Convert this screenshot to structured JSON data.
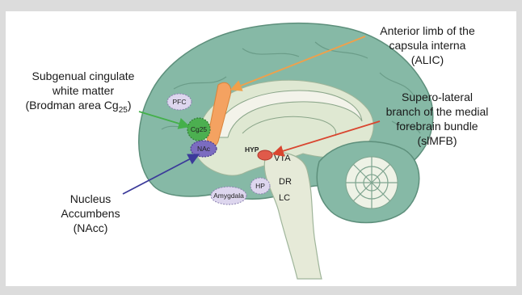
{
  "labels": {
    "cg25_line1": "Subgenual cingulate",
    "cg25_line2": "white matter",
    "cg25_line3_main": "(Brodman area Cg",
    "cg25_line3_sub": "25",
    "cg25_line3_end": ")",
    "alic_line1": "Anterior limb of the",
    "alic_line2": "capsula interna",
    "alic_line3": "(ALIC)",
    "slmfb_line1": "Supero-lateral",
    "slmfb_line2": "branch of the medial",
    "slmfb_line3": "forebrain bundle",
    "slmfb_line4": "(slMFB)",
    "nacc_line1": "Nucleus",
    "nacc_line2": "Accumbens",
    "nacc_line3": "(NAcc)"
  },
  "regions": {
    "pfc": "PFC",
    "cg25": "Cg25",
    "nac": "NAc",
    "hyp": "HYP",
    "vta": "VTA",
    "dr": "DR",
    "lc": "LC",
    "hp": "HP",
    "amygdala": "Amygdala"
  },
  "colors": {
    "cortex": "#86b9a6",
    "cortex_dark": "#6fa690",
    "inner": "#dfe8d2",
    "brainstem": "#e6ead8",
    "alic": "#f4a261",
    "cg25": "#4caf50",
    "nac": "#7b6cc0",
    "vta": "#e05a4a",
    "arrow_green": "#44b04a",
    "arrow_orange": "#f0a04a",
    "arrow_red": "#d9452f",
    "arrow_blue": "#3b3a9a",
    "bubble": "#ddd6ee"
  }
}
